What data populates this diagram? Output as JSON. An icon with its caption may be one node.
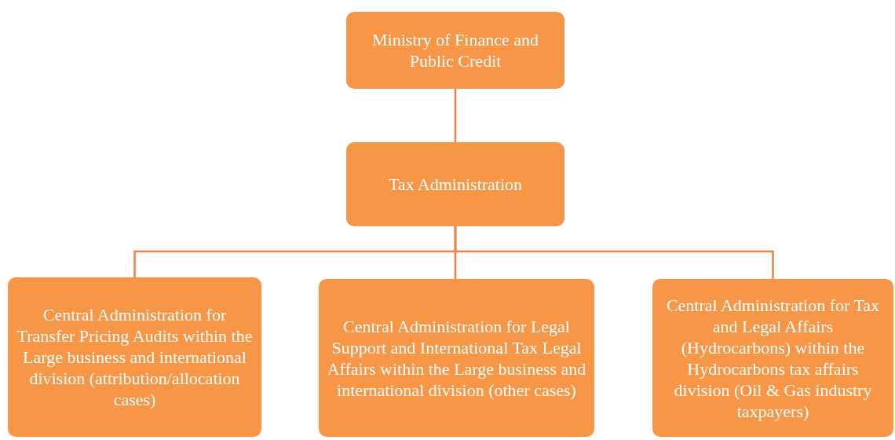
{
  "diagram": {
    "nodes": [
      {
        "text": [
          "Ministry of Finance and Public Credit"
        ]
      },
      {
        "text": [
          "Tax Administration"
        ]
      },
      {
        "text": [
          "Central Administration for Transfer Pricing Audits within the Large business and international division (attribution/allocation cases)"
        ]
      },
      {
        "text": [
          "Central Administration for Legal Support and International Tax Legal Affairs within the Large business and international division (other cases)"
        ]
      },
      {
        "text": [
          "Central Administration for Tax and Legal Affairs (Hydrocarbons) within the Hydrocarbons tax affairs division (Oil & Gas industry taxpayers)"
        ]
      }
    ],
    "edges": [
      {
        "from": 0,
        "to": 1,
        "arrow": "none"
      },
      {
        "from": 1,
        "to": 2,
        "arrow": "none"
      },
      {
        "from": 1,
        "to": 3,
        "arrow": "none"
      },
      {
        "from": 1,
        "to": 4,
        "arrow": "none"
      }
    ]
  }
}
